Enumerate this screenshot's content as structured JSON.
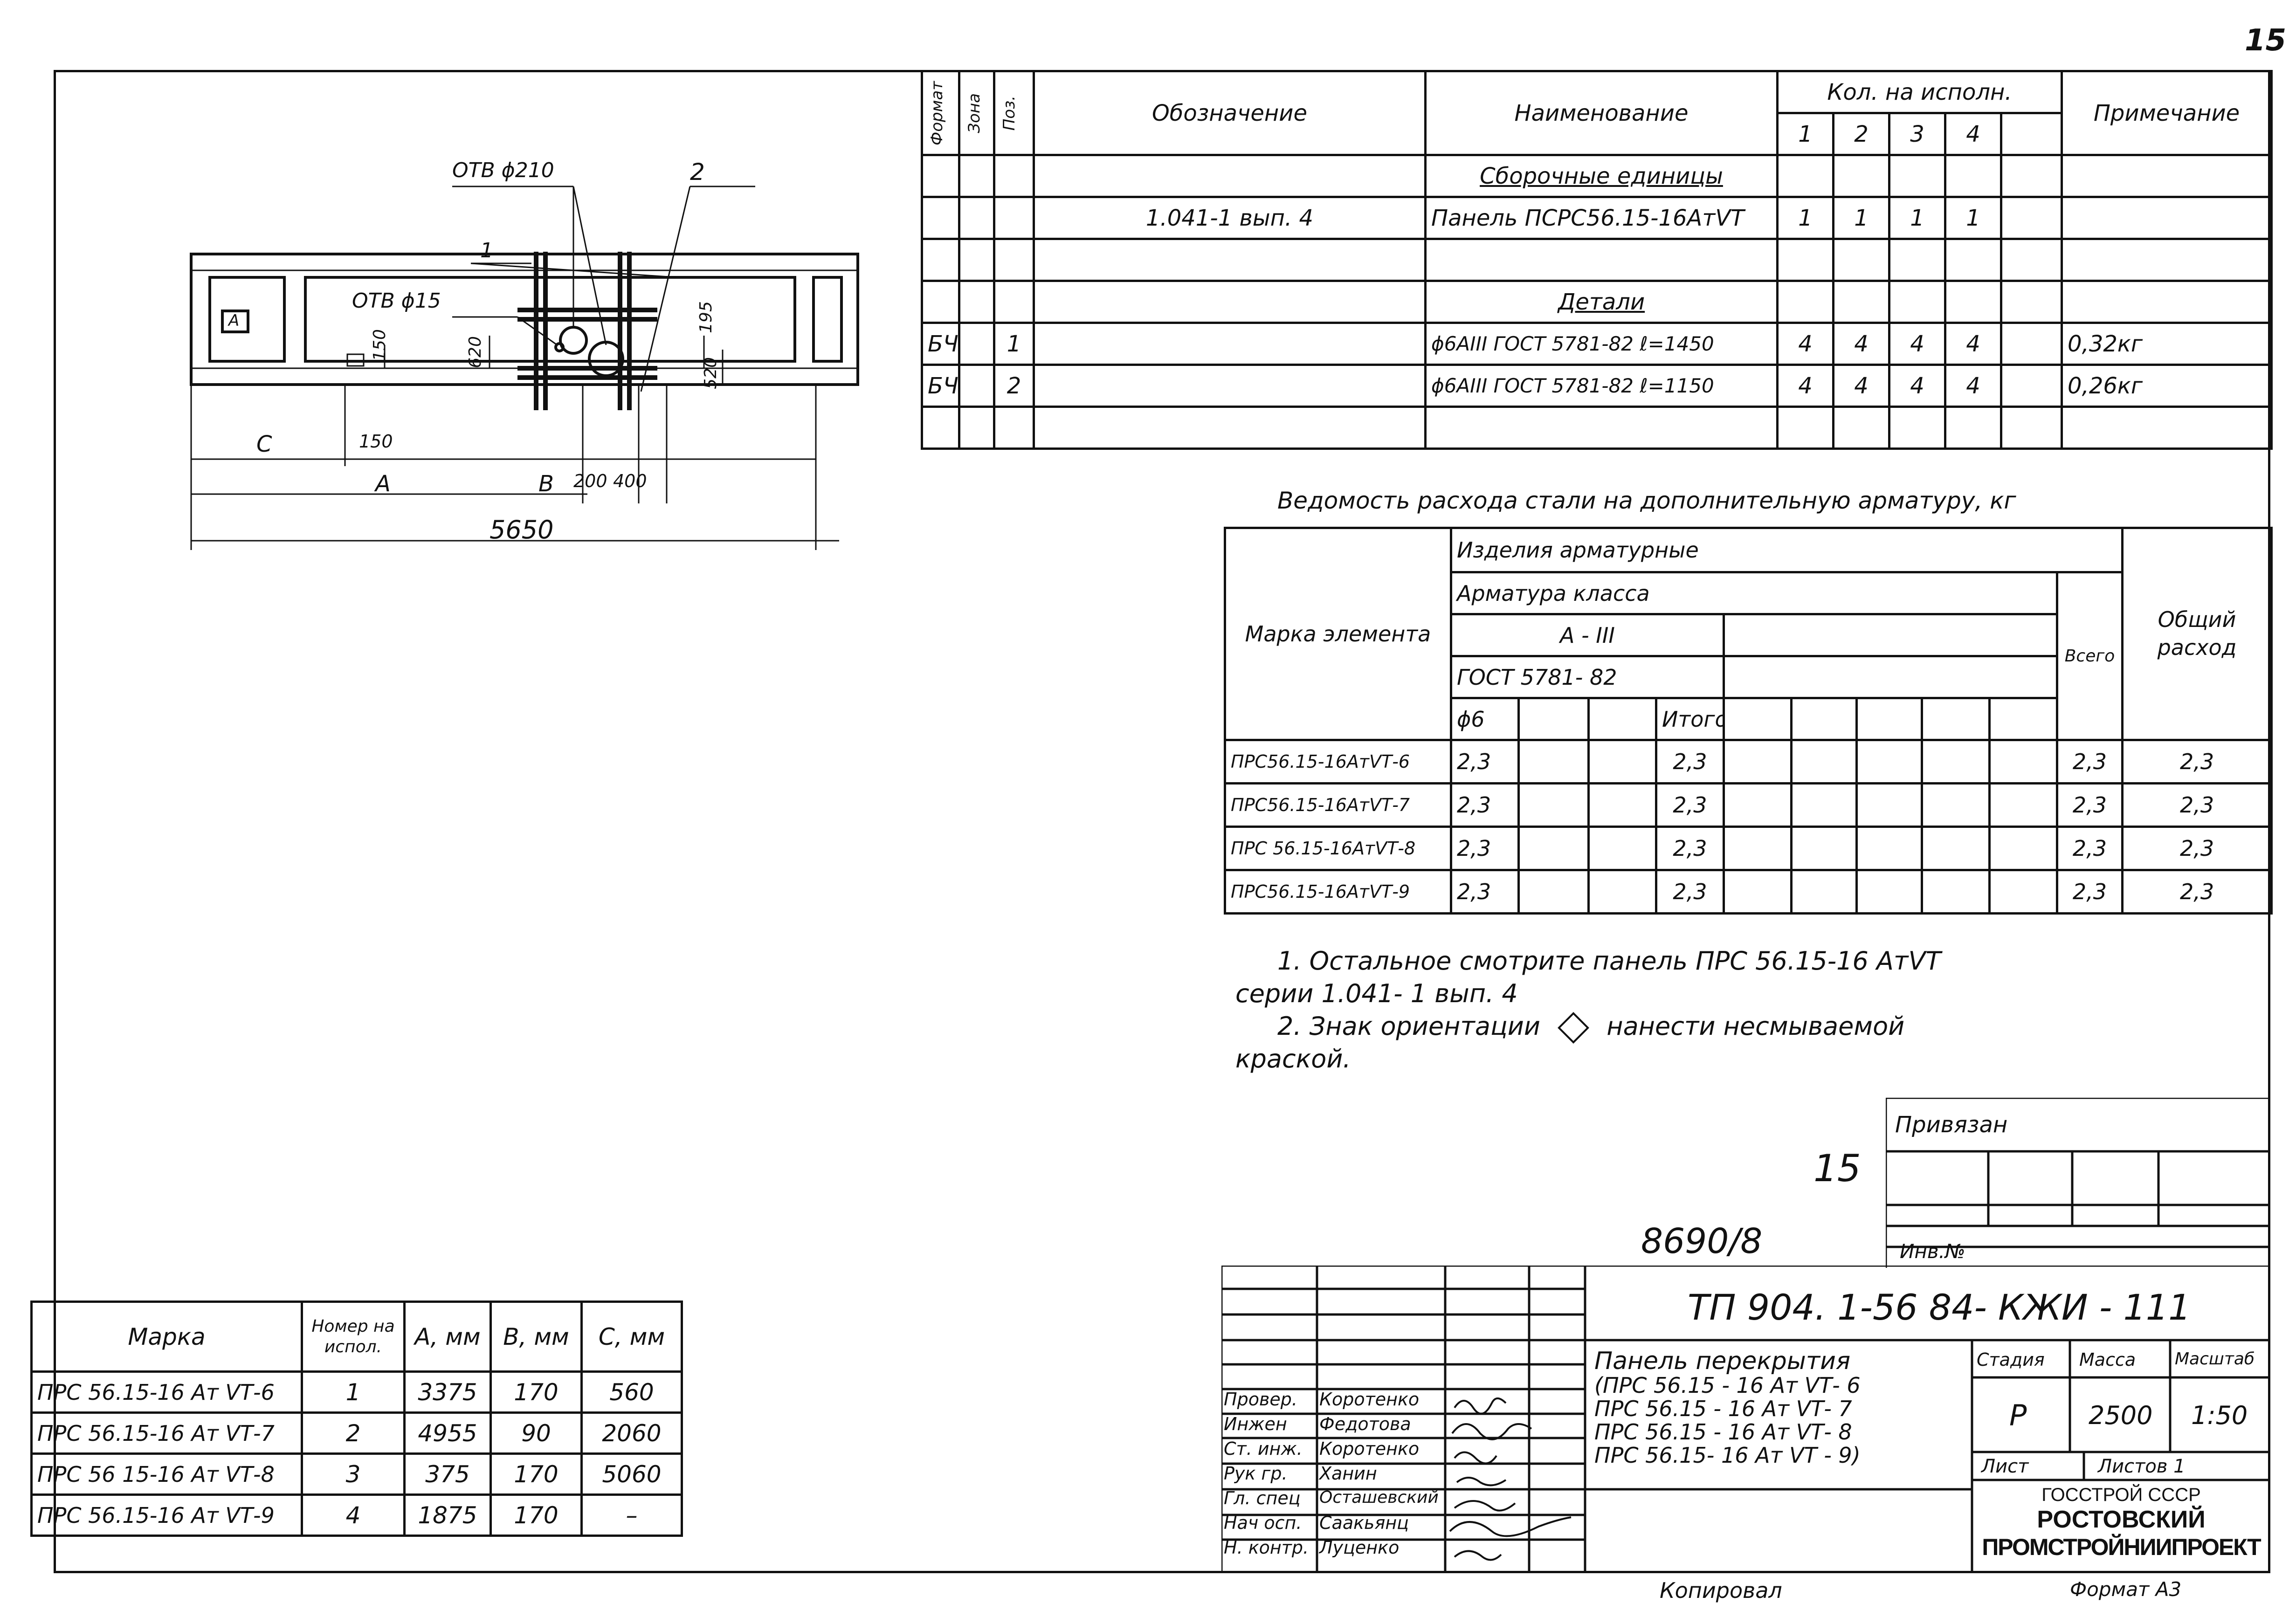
{
  "page_number": "15",
  "plan": {
    "hole_210": "ОТВ ϕ210",
    "hole_15": "ОТВ ϕ15",
    "label_1": "1",
    "label_2": "2",
    "mark_A": "А",
    "dim_150a": "150",
    "dim_620": "620",
    "dim_195": "195",
    "dim_520": "520",
    "dim_C": "С",
    "dim_150b": "150",
    "dim_A": "А",
    "dim_B": "В",
    "dim_200": "200",
    "dim_400": "400",
    "dim_5650": "5650"
  },
  "spec": {
    "headers": {
      "format": "Формат",
      "zone": "Зона",
      "pos": "Поз.",
      "designation": "Обозначение",
      "name": "Наименование",
      "qty": "Кол. на исполн.",
      "q1": "1",
      "q2": "2",
      "q3": "3",
      "q4": "4",
      "note": "Примечание"
    },
    "rows": [
      {
        "format": "",
        "zone": "",
        "pos": "",
        "designation": "",
        "name": "Сборочные единицы",
        "q1": "",
        "q2": "",
        "q3": "",
        "q4": "",
        "note": ""
      },
      {
        "format": "",
        "zone": "",
        "pos": "",
        "designation": "1.041-1  вып. 4",
        "name": "Панель ПСРС56.15-16АтVТ",
        "q1": "1",
        "q2": "1",
        "q3": "1",
        "q4": "1",
        "note": ""
      },
      {
        "format": "",
        "zone": "",
        "pos": "",
        "designation": "",
        "name": "",
        "q1": "",
        "q2": "",
        "q3": "",
        "q4": "",
        "note": ""
      },
      {
        "format": "",
        "zone": "",
        "pos": "",
        "designation": "",
        "name": "Детали",
        "q1": "",
        "q2": "",
        "q3": "",
        "q4": "",
        "note": ""
      },
      {
        "format": "БЧ.",
        "zone": "",
        "pos": "1",
        "designation": "",
        "name": "ϕ6АIII ГОСТ 5781-82 ℓ=1450",
        "q1": "4",
        "q2": "4",
        "q3": "4",
        "q4": "4",
        "note": "0,32кг"
      },
      {
        "format": "БЧ.",
        "zone": "",
        "pos": "2",
        "designation": "",
        "name": "ϕ6АIII ГОСТ 5781-82 ℓ=1150",
        "q1": "4",
        "q2": "4",
        "q3": "4",
        "q4": "4",
        "note": "0,26кг"
      },
      {
        "format": "",
        "zone": "",
        "pos": "",
        "designation": "",
        "name": "",
        "q1": "",
        "q2": "",
        "q3": "",
        "q4": "",
        "note": ""
      }
    ]
  },
  "steel": {
    "title": "Ведомость расхода стали на дополнительную арматуру, кг",
    "mark_header": "Марка элемента",
    "products": "Изделия арматурные",
    "rebar_class": "Арматура класса",
    "class": "А - III",
    "gost": "ГОСТ 5781- 82",
    "d6": "ϕ6",
    "itogo": "Итого",
    "vsego": "Всего",
    "total": "Общий расход",
    "rows": [
      {
        "mark": "ПРС56.15-16АтVТ-6",
        "d6": "2,3",
        "itogo": "2,3",
        "vsego": "2,3",
        "total": "2,3"
      },
      {
        "mark": "ПРС56.15-16АтVТ-7",
        "d6": "2,3",
        "itogo": "2,3",
        "vsego": "2,3",
        "total": "2,3"
      },
      {
        "mark": "ПРС 56.15-16АтVТ-8",
        "d6": "2,3",
        "itogo": "2,3",
        "vsego": "2,3",
        "total": "2,3"
      },
      {
        "mark": "ПРС56.15-16АтVТ-9",
        "d6": "2,3",
        "itogo": "2,3",
        "vsego": "2,3",
        "total": "2,3"
      }
    ]
  },
  "notes": {
    "line1": "1. Остальное смотрите   панель    ПРС 56.15-16 АтVТ",
    "line2": "серии   1.041- 1   вып. 4",
    "line3": "2. Знак ориентации",
    "line3b": "нанести несмываемой",
    "line4": "краской."
  },
  "marks_table": {
    "headers": {
      "marka": "Марка",
      "nomer": "Номер на испол.",
      "a": "А, мм",
      "b": "В, мм",
      "c": "С, мм"
    },
    "rows": [
      {
        "marka": "ПРС 56.15-16 Ат VТ-6",
        "nomer": "1",
        "a": "3375",
        "b": "170",
        "c": "560"
      },
      {
        "marka": "ПРС 56.15-16 Ат VТ-7",
        "nomer": "2",
        "a": "4955",
        "b": "90",
        "c": "2060"
      },
      {
        "marka": "ПРС 56 15-16 Ат VТ-8",
        "nomer": "3",
        "a": "375",
        "b": "170",
        "c": "5060"
      },
      {
        "marka": "ПРС 56.15-16 Ат VТ-9",
        "nomer": "4",
        "a": "1875",
        "b": "170",
        "c": "–"
      }
    ]
  },
  "binding": {
    "title": "Привязан",
    "inv": "Инв.№"
  },
  "handwritten": {
    "num15": "15",
    "num8690": "8690/8"
  },
  "title_block": {
    "doc_code": "ТП 904. 1-56 84- КЖИ - 111",
    "name_lines": [
      "Панель перекрытия",
      "(ПРС 56.15 - 16 Ат VТ- 6",
      " ПРС 56.15 - 16 Ат VТ- 7",
      " ПРС 56.15 - 16 Ат VТ- 8",
      " ПРС 56.15- 16 Ат VТ - 9)"
    ],
    "stage_h": "Стадия",
    "mass_h": "Масса",
    "scale_h": "Масштаб",
    "stage": "Р",
    "mass": "2500",
    "scale": "1:50",
    "sheet": "Лист",
    "sheets": "Листов 1",
    "org1": "ГОССТРОЙ СССР",
    "org2": "РОСТОВСКИЙ",
    "org3": "ПРОМСТРОЙНИИПРОЕКТ",
    "people": [
      {
        "role": "Провер.",
        "name": "Коротенко"
      },
      {
        "role": "Инжен",
        "name": "Федотова"
      },
      {
        "role": "Ст. инж.",
        "name": "Коротенко"
      },
      {
        "role": "Рук гр.",
        "name": "Ханин"
      },
      {
        "role": "Гл. спец",
        "name": "Осташевский"
      },
      {
        "role": "Нач осп.",
        "name": "Саакьянц"
      },
      {
        "role": "Н. контр.",
        "name": "Луценко"
      }
    ]
  },
  "footer": {
    "copied": "Копировал",
    "format": "Формат А3"
  }
}
